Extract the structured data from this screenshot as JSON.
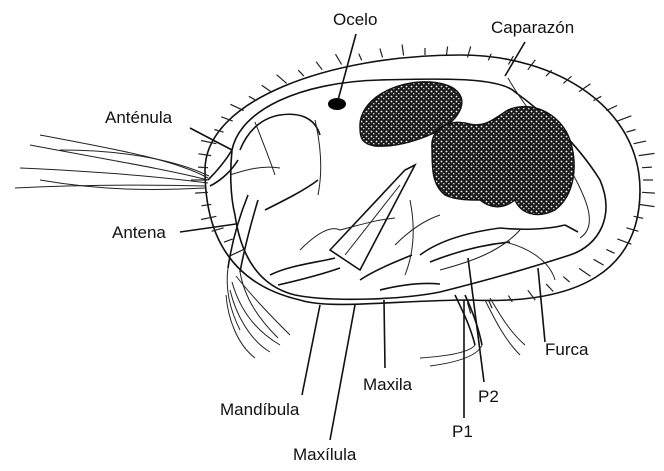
{
  "diagram": {
    "labels": {
      "ocelo": "Ocelo",
      "caparazon": "Caparazón",
      "antenula": "Anténula",
      "antena": "Antena",
      "mandibula": "Mandíbula",
      "maxilula": "Maxílula",
      "maxila": "Maxila",
      "p1": "P1",
      "p2": "P2",
      "furca": "Furca"
    },
    "colors": {
      "line": "#111111",
      "stipple": "#333333",
      "egg_mass": "#2a2a2a",
      "background": "#ffffff"
    }
  }
}
